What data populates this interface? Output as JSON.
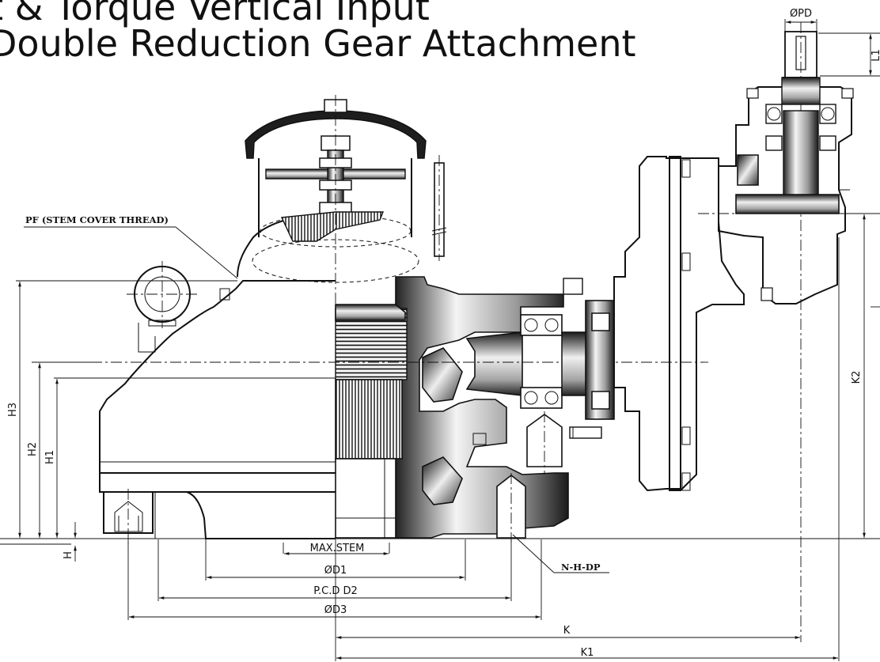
{
  "title": {
    "line1": "t & Torque Vertical Input",
    "line2": "Double Reduction Gear Attachment"
  },
  "callouts": {
    "pf": "PF (STEM COVER THREAD)",
    "nhdp": "N-H-DP"
  },
  "dimensions": {
    "pd": "ØPD",
    "l1": "L1",
    "k2": "K2",
    "h3": "H3",
    "h2": "H2",
    "h1": "H1",
    "h": "H",
    "max_stem": "MAX.STEM",
    "d1": "ØD1",
    "pcd_d2": "P.C.D D2",
    "d3": "ØD3",
    "k": "K",
    "k1": "K1"
  }
}
